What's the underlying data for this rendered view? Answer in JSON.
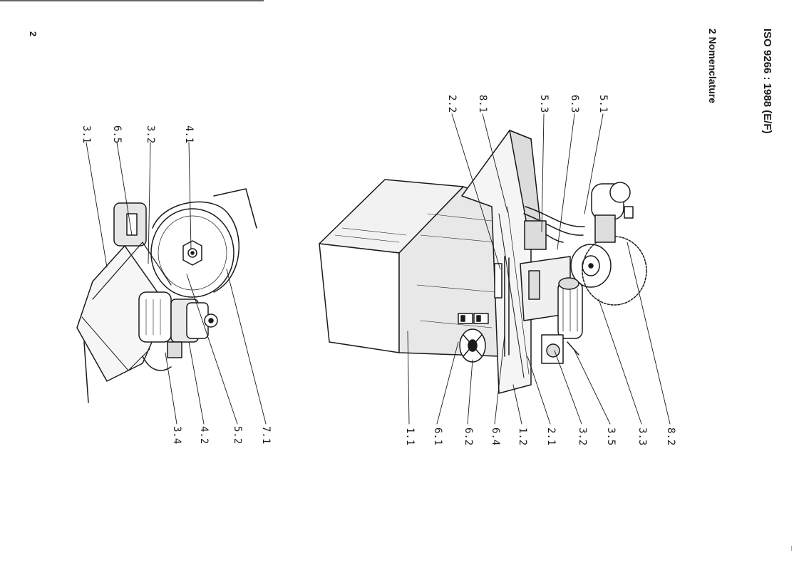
{
  "header": {
    "document_id": "ISO 9266 : 1988 (E/F)",
    "section": "2  Nomenclature",
    "page_number": "2"
  },
  "figure": {
    "machine_callouts_top": [
      "5.1",
      "6.3",
      "5.3",
      "8.1",
      "2.2"
    ],
    "machine_callouts_bottom": [
      "1.1",
      "6.1",
      "6.2",
      "6.4",
      "1.2",
      "2.1",
      "3.2",
      "3.5",
      "3.3",
      "8.2"
    ],
    "detail_callouts_top": [
      "4.1",
      "3.2",
      "6.5",
      "3.1"
    ],
    "detail_callouts_bottom": [
      "3.4",
      "4.2",
      "5.2",
      "7.1"
    ]
  },
  "edge_mark": "I"
}
